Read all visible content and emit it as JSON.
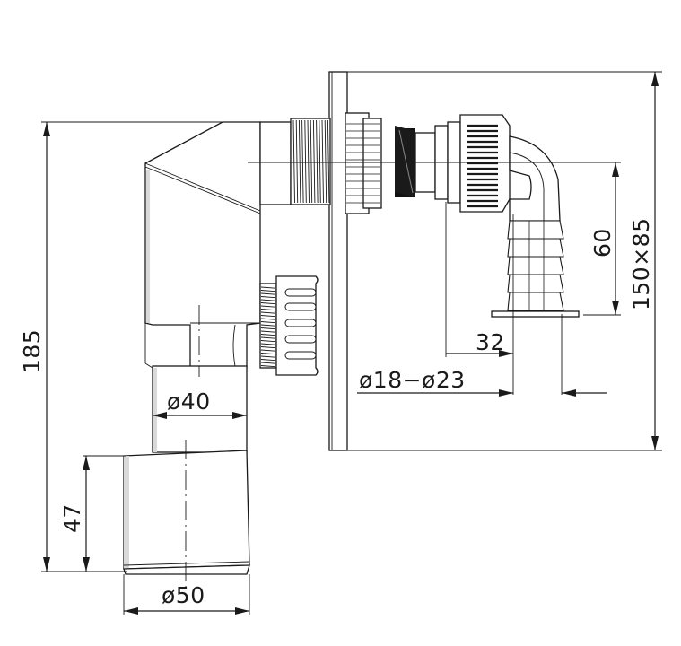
{
  "drawing": {
    "title": "",
    "dimensions": {
      "total_height": "185",
      "outlet_height": "47",
      "outlet_diameter": "ø50",
      "inner_diameter": "ø40",
      "hose_diameter": "ø18−ø23",
      "hose_offset": "32",
      "hose_height": "60",
      "plate_size": "150×85"
    }
  }
}
